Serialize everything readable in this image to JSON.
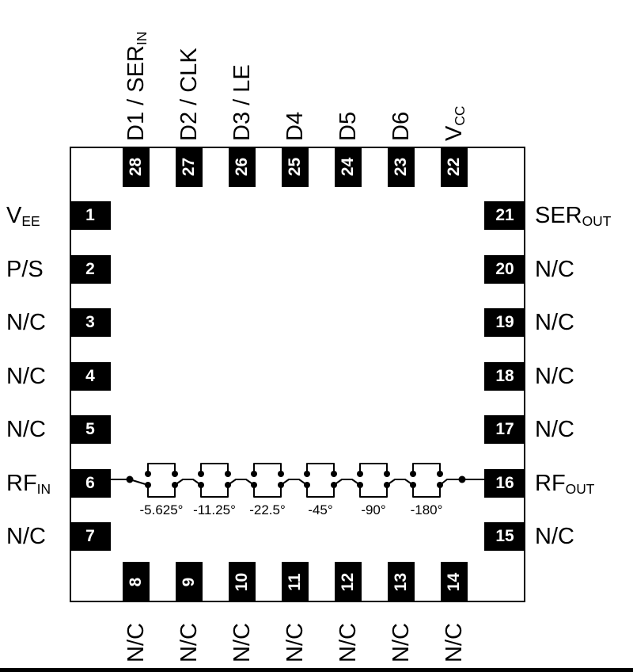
{
  "pins": {
    "left": [
      {
        "num": "1",
        "base": "V",
        "sub": "EE"
      },
      {
        "num": "2",
        "base": "P/S",
        "sub": ""
      },
      {
        "num": "3",
        "base": "N/C",
        "sub": ""
      },
      {
        "num": "4",
        "base": "N/C",
        "sub": ""
      },
      {
        "num": "5",
        "base": "N/C",
        "sub": ""
      },
      {
        "num": "6",
        "base": "RF",
        "sub": "IN"
      },
      {
        "num": "7",
        "base": "N/C",
        "sub": ""
      }
    ],
    "right": [
      {
        "num": "21",
        "base": "SER",
        "sub": "OUT"
      },
      {
        "num": "20",
        "base": "N/C",
        "sub": ""
      },
      {
        "num": "19",
        "base": "N/C",
        "sub": ""
      },
      {
        "num": "18",
        "base": "N/C",
        "sub": ""
      },
      {
        "num": "17",
        "base": "N/C",
        "sub": ""
      },
      {
        "num": "16",
        "base": "RF",
        "sub": "OUT"
      },
      {
        "num": "15",
        "base": "N/C",
        "sub": ""
      }
    ],
    "top": [
      {
        "num": "28",
        "base": "D1 / SER",
        "sub": "IN"
      },
      {
        "num": "27",
        "base": "D2 / CLK",
        "sub": ""
      },
      {
        "num": "26",
        "base": "D3 / LE",
        "sub": ""
      },
      {
        "num": "25",
        "base": "D4",
        "sub": ""
      },
      {
        "num": "24",
        "base": "D5",
        "sub": ""
      },
      {
        "num": "23",
        "base": "D6",
        "sub": ""
      },
      {
        "num": "22",
        "base": "V",
        "sub": "CC"
      }
    ],
    "bottom": [
      {
        "num": "8",
        "base": "N/C",
        "sub": ""
      },
      {
        "num": "9",
        "base": "N/C",
        "sub": ""
      },
      {
        "num": "10",
        "base": "N/C",
        "sub": ""
      },
      {
        "num": "11",
        "base": "N/C",
        "sub": ""
      },
      {
        "num": "12",
        "base": "N/C",
        "sub": ""
      },
      {
        "num": "13",
        "base": "N/C",
        "sub": ""
      },
      {
        "num": "14",
        "base": "N/C",
        "sub": ""
      }
    ]
  },
  "schematic": {
    "stages": [
      "-5.625°",
      "-11.25°",
      "-22.5°",
      "-45°",
      "-90°",
      "-180°"
    ]
  },
  "colors": {
    "background": "#ffffff",
    "ink": "#000000",
    "pin_fill": "#000000",
    "pin_number_text": "#ffffff"
  }
}
